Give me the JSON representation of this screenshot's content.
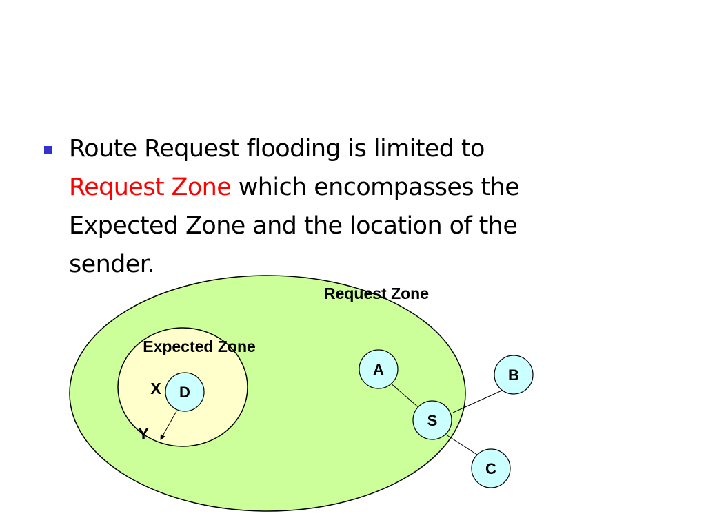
{
  "bullet": {
    "line1": "Route Request flooding is limited to",
    "line2_highlight": "Request Zone",
    "line2_rest": " which encompasses the",
    "line3": "Expected Zone and the location of the",
    "line4": "sender."
  },
  "diagram": {
    "request_zone_label": "Request Zone",
    "expected_zone_label": "Expected Zone",
    "point_x_label": "X",
    "point_y_label": "Y",
    "nodes": {
      "D": "D",
      "A": "A",
      "B": "B",
      "S": "S",
      "C": "C"
    },
    "colors": {
      "request_zone_fill": "#ccff99",
      "expected_zone_fill": "#ffffcc",
      "node_fill": "#ccffff",
      "bullet": "#3333cc",
      "highlight_text": "#ff0000"
    }
  }
}
